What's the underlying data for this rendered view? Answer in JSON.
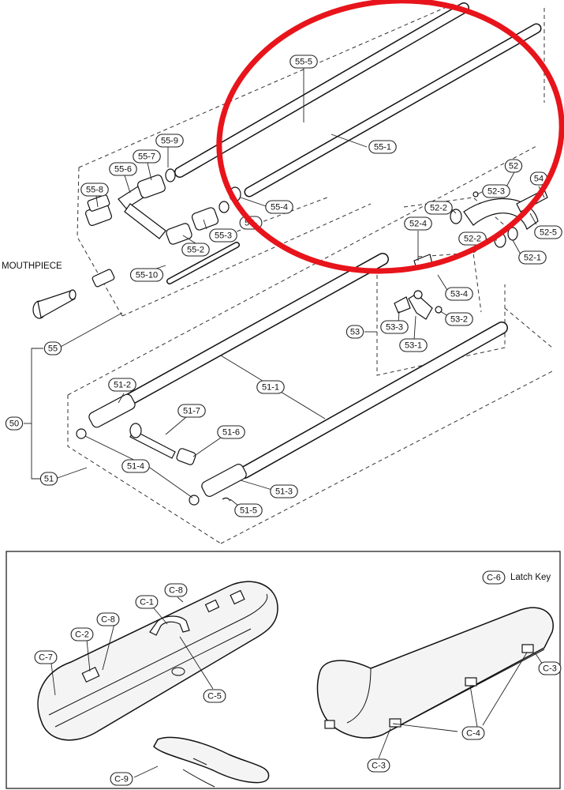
{
  "diagram": {
    "text": {
      "mouthpiece": "MOUTHPIECE",
      "latch_key": "Latch Key"
    },
    "labels": [
      {
        "id": "55-5",
        "text": "55-5"
      },
      {
        "id": "55-1",
        "text": "55-1"
      },
      {
        "id": "55-9",
        "text": "55-9"
      },
      {
        "id": "55-7",
        "text": "55-7"
      },
      {
        "id": "55-6",
        "text": "55-6"
      },
      {
        "id": "55-8",
        "text": "55-8"
      },
      {
        "id": "55-4",
        "text": "55-4"
      },
      {
        "id": "55-3",
        "text": "55-3"
      },
      {
        "id": "55-x",
        "text": "55-"
      },
      {
        "id": "55-2",
        "text": "55-2"
      },
      {
        "id": "55-10",
        "text": "55-10"
      },
      {
        "id": "55",
        "text": "55"
      },
      {
        "id": "50",
        "text": "50"
      },
      {
        "id": "51",
        "text": "51"
      },
      {
        "id": "52",
        "text": "52"
      },
      {
        "id": "54",
        "text": "54"
      },
      {
        "id": "52-3",
        "text": "52-3"
      },
      {
        "id": "52-2a",
        "text": "52-2"
      },
      {
        "id": "52-5",
        "text": "52-5"
      },
      {
        "id": "52-4",
        "text": "52-4"
      },
      {
        "id": "52-2b",
        "text": "52-2"
      },
      {
        "id": "52-1",
        "text": "52-1"
      },
      {
        "id": "53-4",
        "text": "53-4"
      },
      {
        "id": "53",
        "text": "53"
      },
      {
        "id": "53-3",
        "text": "53-3"
      },
      {
        "id": "53-2",
        "text": "53-2"
      },
      {
        "id": "53-1",
        "text": "53-1"
      },
      {
        "id": "51-1",
        "text": "51-1"
      },
      {
        "id": "51-2",
        "text": "51-2"
      },
      {
        "id": "51-7",
        "text": "51-7"
      },
      {
        "id": "51-6",
        "text": "51-6"
      },
      {
        "id": "51-4",
        "text": "51-4"
      },
      {
        "id": "51-3",
        "text": "51-3"
      },
      {
        "id": "51-5",
        "text": "51-5"
      },
      {
        "id": "C-6",
        "text": "C-6"
      },
      {
        "id": "C-8a",
        "text": "C-8"
      },
      {
        "id": "C-1",
        "text": "C-1"
      },
      {
        "id": "C-8b",
        "text": "C-8"
      },
      {
        "id": "C-2",
        "text": "C-2"
      },
      {
        "id": "C-7",
        "text": "C-7"
      },
      {
        "id": "C-5",
        "text": "C-5"
      },
      {
        "id": "C-9",
        "text": "C-9"
      },
      {
        "id": "C-3a",
        "text": "C-3"
      },
      {
        "id": "C-4",
        "text": "C-4"
      },
      {
        "id": "C-3b",
        "text": "C-3"
      }
    ],
    "highlight_color": "#e8141b"
  }
}
